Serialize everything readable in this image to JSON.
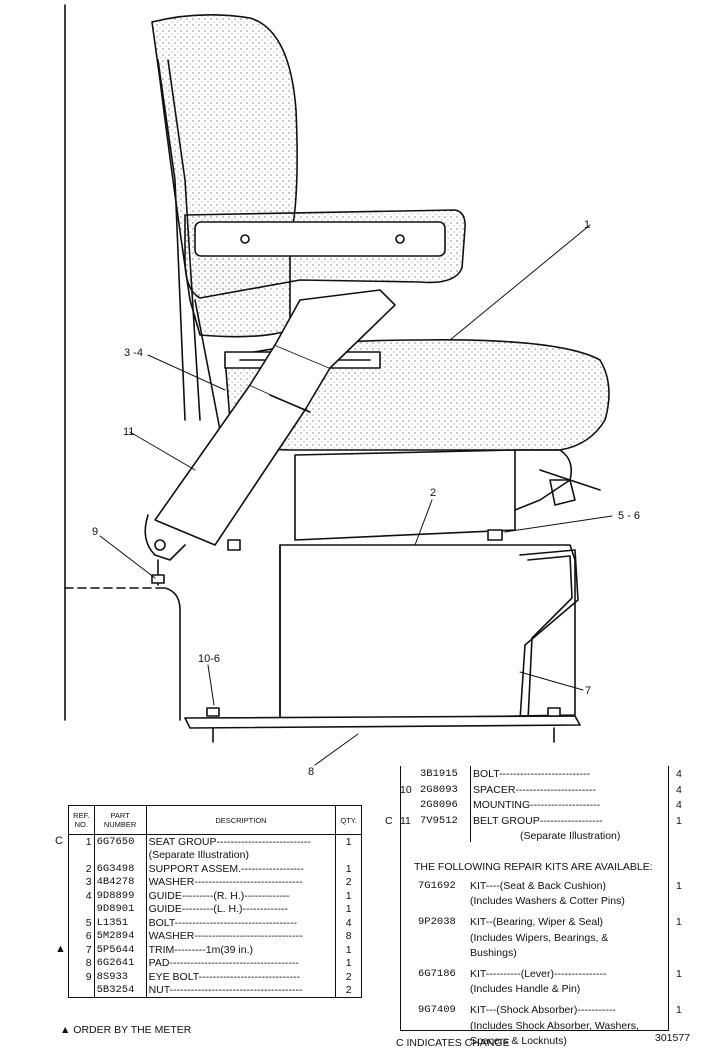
{
  "callouts": {
    "c1": "1",
    "c34": "3 -4",
    "c11": "11",
    "c2": "2",
    "c56": "5 - 6",
    "c9": "9",
    "c106": "10-6",
    "c7": "7",
    "c8": "8"
  },
  "left_table": {
    "headers": {
      "ref": "REF.\nNO.",
      "part": "PART\nNUMBER",
      "desc": "DESCRIPTION",
      "qty": "QTY."
    },
    "rows": [
      {
        "mark": "C",
        "ref": "1",
        "part": "6G7650",
        "desc": "SEAT GROUP---------------------------",
        "qty": "1"
      },
      {
        "mark": "",
        "ref": "",
        "part": "",
        "desc": "(Separate Illustration)",
        "qty": ""
      },
      {
        "mark": "",
        "ref": "2",
        "part": "6G3498",
        "desc": "SUPPORT ASSEM.------------------",
        "qty": "1"
      },
      {
        "mark": "",
        "ref": "3",
        "part": "4B4278",
        "desc": "WASHER-------------------------------",
        "qty": "2"
      },
      {
        "mark": "",
        "ref": "4",
        "part": "9D8899",
        "desc": "GUIDE---------(R. H.)-------------",
        "qty": "1"
      },
      {
        "mark": "",
        "ref": "",
        "part": "9D8901",
        "desc": "GUIDE---------(L. H.)-------------",
        "qty": "1"
      },
      {
        "mark": "",
        "ref": "5",
        "part": "L1351",
        "desc": "BOLT-----------------------------------",
        "qty": "4"
      },
      {
        "mark": "",
        "ref": "6",
        "part": "5M2894",
        "desc": "WASHER-------------------------------",
        "qty": "8"
      },
      {
        "mark": "▲",
        "ref": "7",
        "part": "5P5644",
        "desc": "TRIM---------1m(39 in.)",
        "qty": "1"
      },
      {
        "mark": "",
        "ref": "8",
        "part": "6G2641",
        "desc": "PAD-------------------------------------",
        "qty": "1"
      },
      {
        "mark": "",
        "ref": "9",
        "part": "8S933",
        "desc": "EYE BOLT-----------------------------",
        "qty": "2"
      },
      {
        "mark": "",
        "ref": "",
        "part": "5B3254",
        "desc": "NUT--------------------------------------",
        "qty": "2"
      }
    ],
    "footnote": "▲ ORDER BY THE METER"
  },
  "right_table": {
    "rows": [
      {
        "mark": "",
        "ref": "",
        "part": "3B1915",
        "desc": "BOLT--------------------------",
        "qty": "4"
      },
      {
        "mark": "",
        "ref": "10",
        "part": "2G8093",
        "desc": "SPACER-----------------------",
        "qty": "4"
      },
      {
        "mark": "",
        "ref": "",
        "part": "2G8096",
        "desc": "MOUNTING--------------------",
        "qty": "4"
      },
      {
        "mark": "C",
        "ref": "11",
        "part": "7V9512",
        "desc": "BELT GROUP------------------",
        "qty": "1"
      },
      {
        "mark": "",
        "ref": "",
        "part": "",
        "desc": "(Separate Illustration)",
        "qty": ""
      }
    ],
    "kits_header": "THE FOLLOWING REPAIR KITS ARE AVAILABLE:",
    "kits": [
      {
        "part": "7G1692",
        "lines": [
          "KIT----(Seat & Back Cushion)",
          "(Includes Washers & Cotter Pins)"
        ],
        "qty": "1"
      },
      {
        "part": "9P2038",
        "lines": [
          "KIT--(Bearing, Wiper & Seal)",
          "(Includes Wipers, Bearings, &",
          "Bushings)"
        ],
        "qty": "1"
      },
      {
        "part": "6G7186",
        "lines": [
          "KIT----------(Lever)---------------",
          "(Includes Handle & Pin)"
        ],
        "qty": "1"
      },
      {
        "part": "9G7409",
        "lines": [
          "KIT---(Shock Absorber)-----------",
          "(Includes Shock Absorber, Washers,",
          "Spacers & Locknuts)"
        ],
        "qty": "1"
      }
    ],
    "footnote": "C INDICATES CHANGE",
    "figure_no": "301577"
  }
}
